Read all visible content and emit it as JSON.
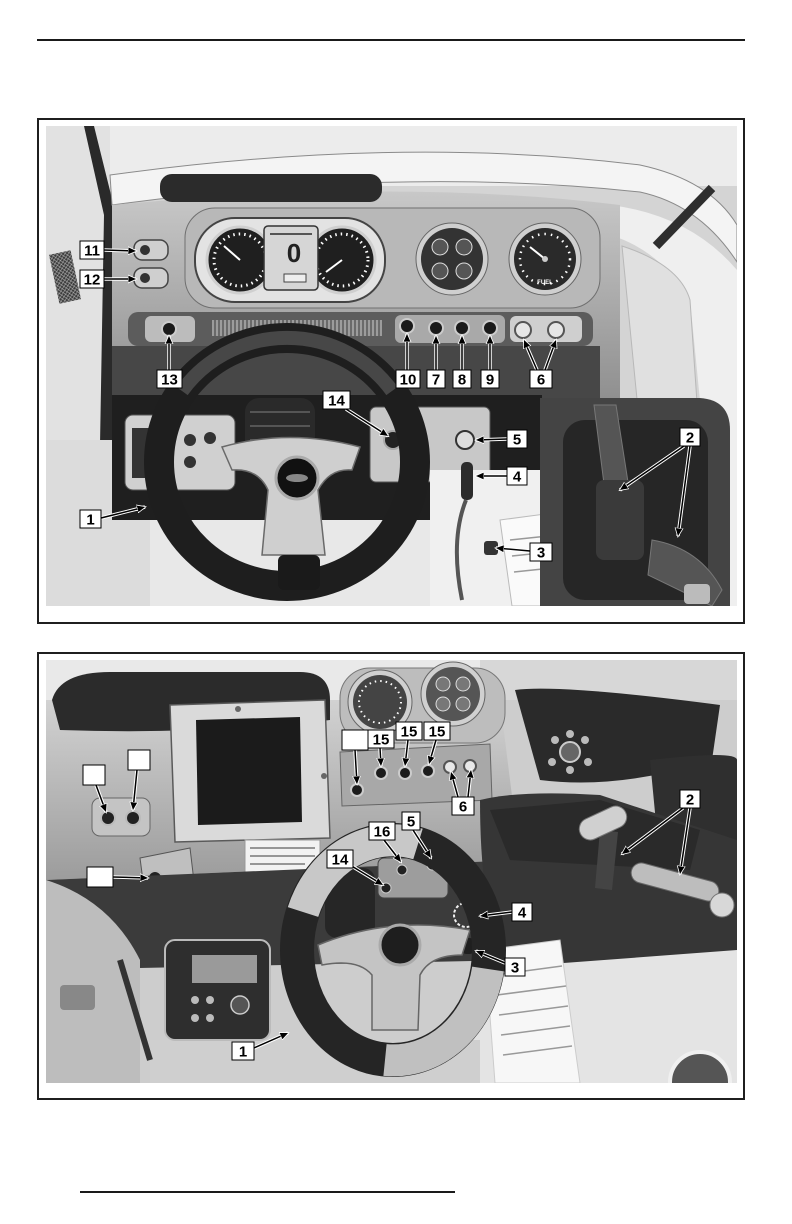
{
  "figure_1": {
    "callouts": [
      "11",
      "12",
      "13",
      "10",
      "7",
      "8",
      "9",
      "6",
      "14",
      "5",
      "4",
      "2",
      "1",
      "3"
    ],
    "lcd_reading": "0",
    "fuel_gauge_label": "FUEL"
  },
  "figure_2": {
    "callouts": [
      "15",
      "15",
      "15",
      "6",
      "2",
      "16",
      "5",
      "14",
      "4",
      "3",
      "1"
    ]
  }
}
